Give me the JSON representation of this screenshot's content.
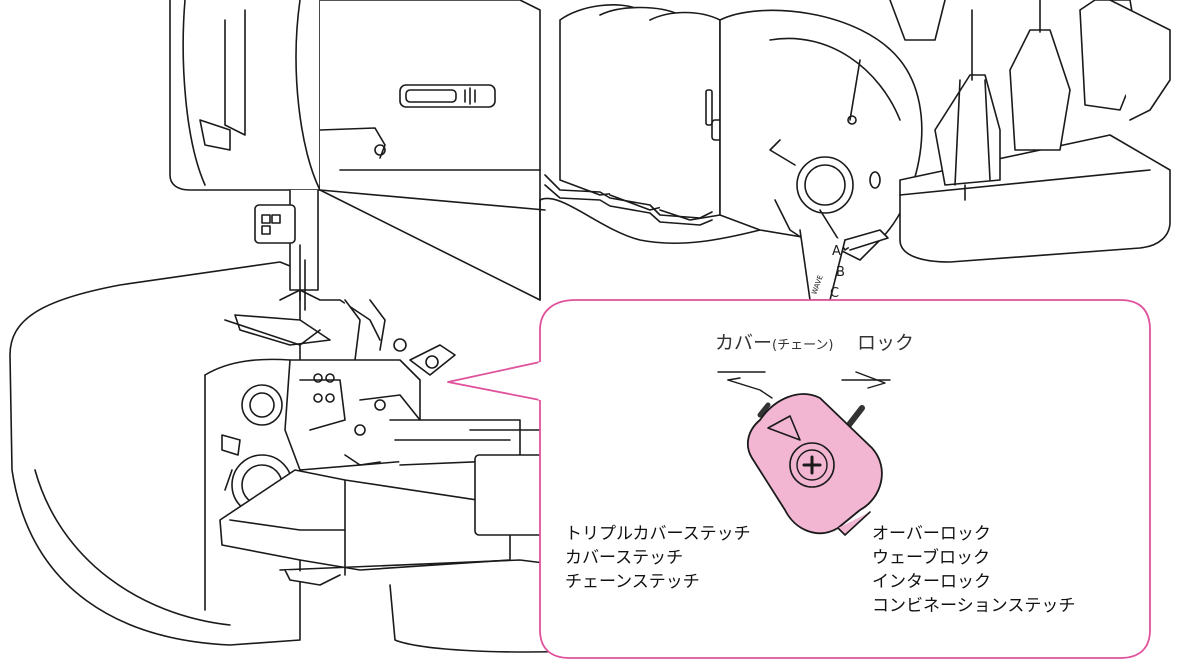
{
  "machine_markings": {
    "position_a": "A",
    "position_b": "B",
    "position_c": "C",
    "dial_text": "WAVE"
  },
  "callout": {
    "cover_label": "カバー",
    "cover_sub_label": "(チェーン)",
    "lock_label": "ロック",
    "left_stitches": [
      "トリプルカバーステッチ",
      "カバーステッチ",
      "チェーンステッチ"
    ],
    "right_stitches": [
      "オーバーロック",
      "ウェーブロック",
      "インターロック",
      "コンビネーションステッチ"
    ]
  },
  "colors": {
    "callout_border": "#e0529c",
    "lever_fill": "#f2b6d3",
    "line_art": "#1a1a1a"
  }
}
